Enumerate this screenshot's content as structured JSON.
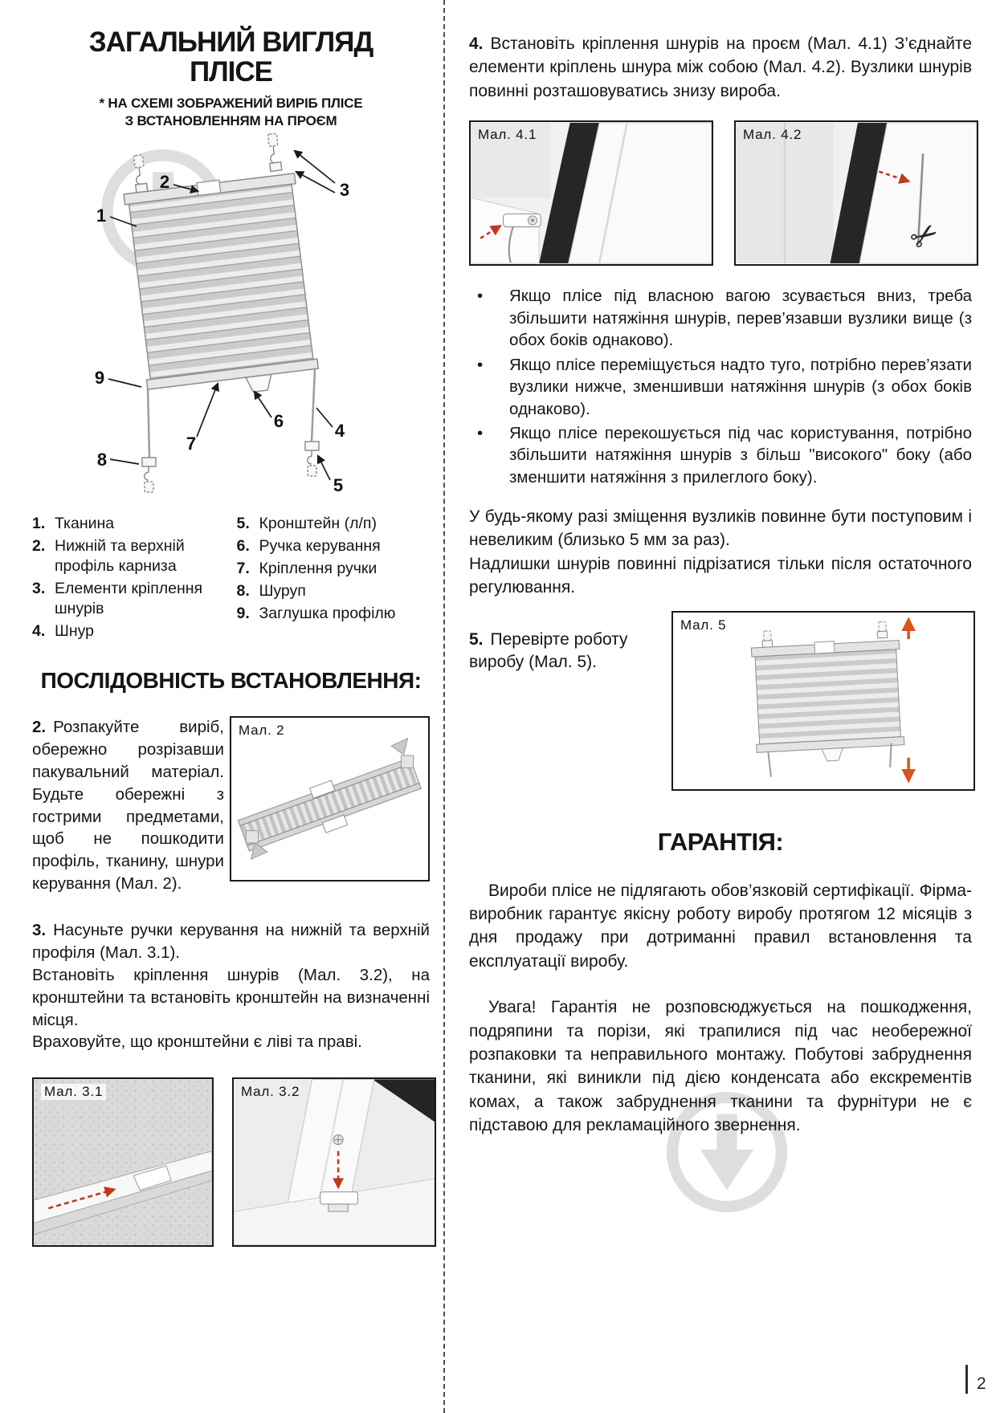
{
  "page": {
    "number": "2"
  },
  "left": {
    "title_line1": "ЗАГАЛЬНИЙ ВИГЛЯД",
    "title_line2": "ПЛІСЕ",
    "subtitle_line1": "* НА СХЕМІ ЗОБРАЖЕНИЙ ВИРІБ ПЛІСЕ",
    "subtitle_line2": "З ВСТАНОВЛЕННЯМ НА ПРОЄМ",
    "diagram": {
      "callouts": [
        "1",
        "2",
        "3",
        "4",
        "5",
        "6",
        "7",
        "8",
        "9"
      ]
    },
    "legend": [
      {
        "num": "1.",
        "text": "Тканина"
      },
      {
        "num": "2.",
        "text": "Нижній та верхній профіль карниза"
      },
      {
        "num": "3.",
        "text": "Елементи кріплення шнурів"
      },
      {
        "num": "4.",
        "text": "Шнур"
      },
      {
        "num": "5.",
        "text": "Кронштейн (л/п)"
      },
      {
        "num": "6.",
        "text": "Ручка керування"
      },
      {
        "num": "7.",
        "text": "Кріплення ручки"
      },
      {
        "num": "8.",
        "text": "Шуруп"
      },
      {
        "num": "9.",
        "text": "Заглушка профілю"
      }
    ],
    "sequence_header": "ПОСЛІДОВНІСТЬ ВСТАНОВЛЕННЯ:",
    "step2": {
      "num": "2.",
      "text": "Розпакуйте виріб, обережно розрізавши пакувальний матеріал. Будьте обережні з гострими предметами, щоб не пошкодити профіль, тканину, шнури керування (Мал. 2)."
    },
    "fig2_label": "Мал. 2",
    "step3": {
      "num": "3.",
      "p1": "Насуньте ручки керування на нижній та верхній профіля (Мал. 3.1).",
      "p2": "Встановіть кріплення шнурів (Мал. 3.2), на кронштейни та встановіть кронштейн на визначенні місця.",
      "p3": "Враховуйте, що кронштейни є ліві та праві."
    },
    "fig31_label": "Мал. 3.1",
    "fig32_label": "Мал. 3.2"
  },
  "right": {
    "step4": {
      "num": "4.",
      "text": "Встановіть кріплення шнурів на проєм (Мал. 4.1) З’єднайте елементи кріплень шнура між собою (Мал. 4.2). Вузлики шнурів повинні розташовуватись знизу вироба."
    },
    "fig41_label": "Мал. 4.1",
    "fig42_label": "Мал. 4.2",
    "bullets": [
      "Якщо плісе під власною вагою зсувається вниз, треба збільшити натяжіння шнурів, перев’язавши вузлики вище (з обох боків однаково).",
      "Якщо плісе переміщується надто туго, потрібно перев’язати вузлики нижче, зменшивши натяжіння шнурів (з обох боків однаково).",
      "Якщо плісе перекошується під час користування, потрібно збільшити натяжіння шнурів з більш \"високого\" боку (або зменшити натяжіння з прилеглого боку)."
    ],
    "note1": "У будь-якому разі зміщення вузликів повинне бути поступовим і невеликим (близько 5 мм за раз).",
    "note2": "Надлишки шнурів повинні підрізатися тільки після остаточного регулювання.",
    "step5": {
      "num": "5.",
      "text": "Перевірте роботу виробу (Мал. 5)."
    },
    "fig5_label": "Мал. 5",
    "warranty_header": "ГАРАНТІЯ:",
    "warranty_p1": "Вироби плісе не підлягають обов’язковій сертифікації. Фірма-виробник гарантує якісну роботу виробу протягом 12 місяців з дня продажу при дотриманні правил встановлення та експлуатації виробу.",
    "warranty_p2": "Увага! Гарантія не розповсюджується на пошкодження, подряпини та порізи, які трапилися під час необережної розпаковки та неправильного монтажу. Побутові забруднення тканини, які виникли під дією конденсата або екскрементів комах, а також забруднення тканини та фурнітури не є підставою для рекламаційного звернення."
  },
  "colors": {
    "accent_red": "#c0391b",
    "arrow_orange": "#d9531e",
    "watermark_gray": "#dedede"
  }
}
